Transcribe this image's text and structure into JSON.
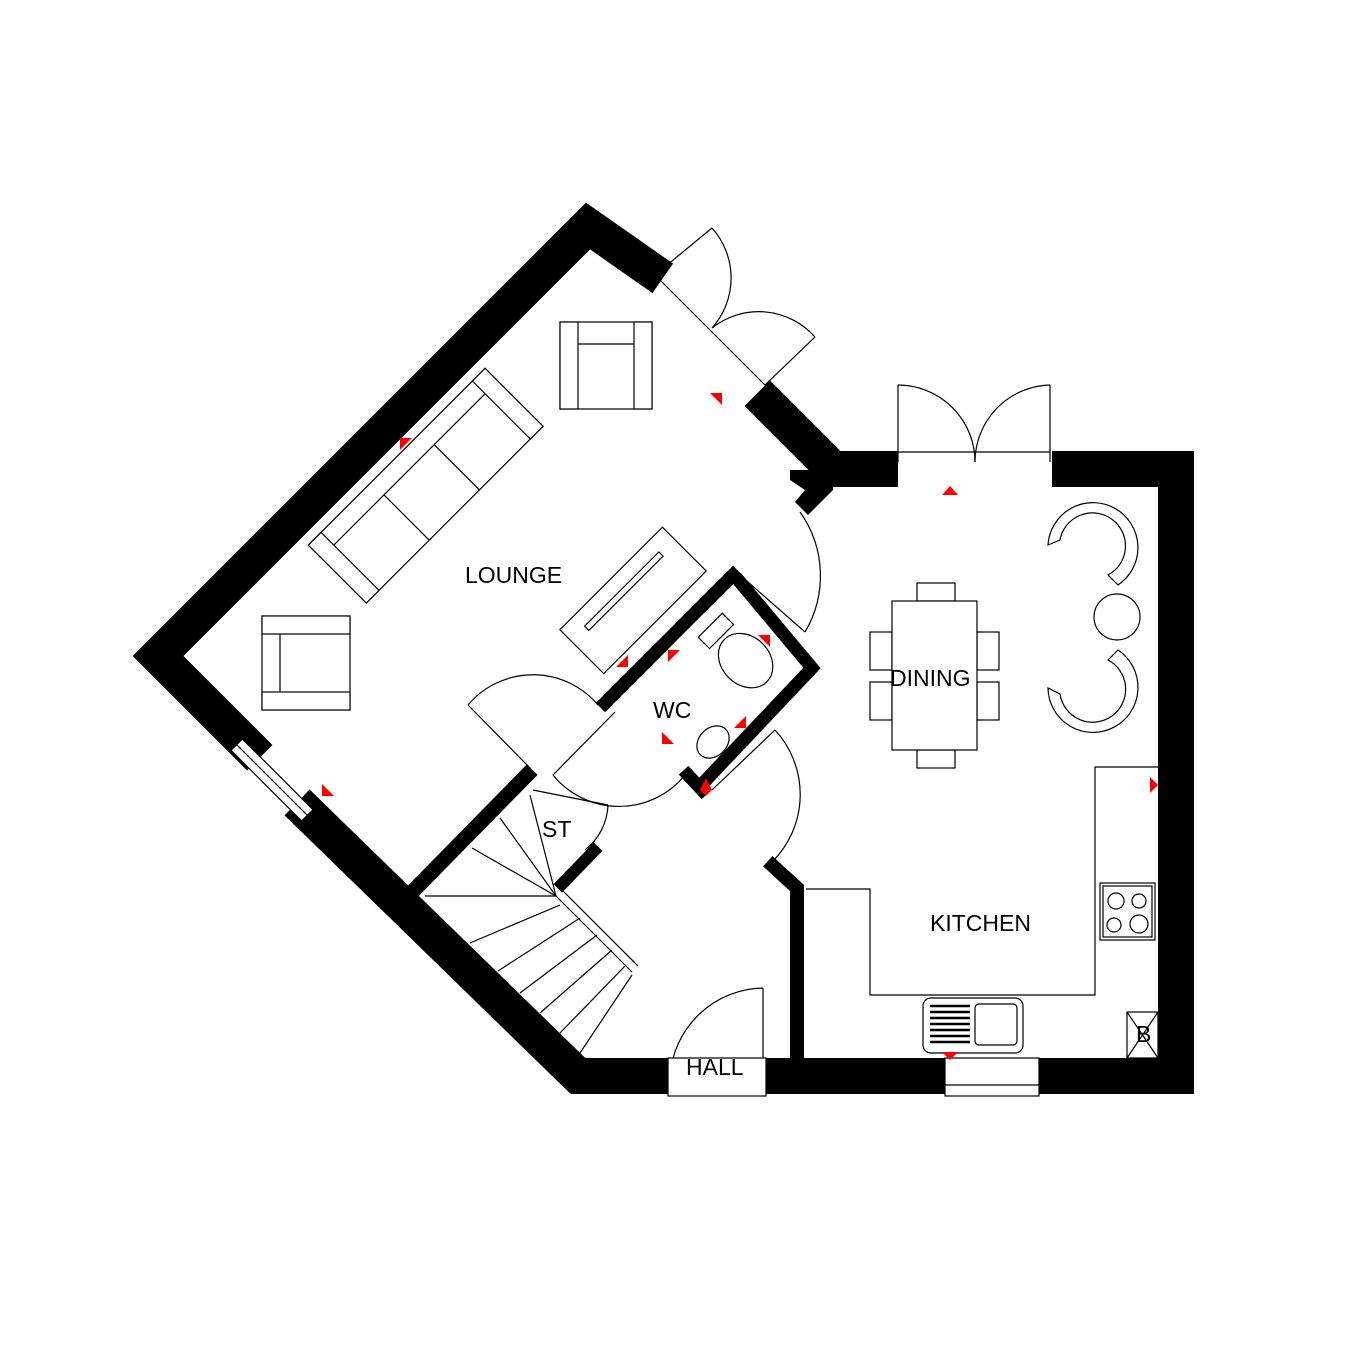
{
  "rooms": {
    "lounge": "LOUNGE",
    "wc": "WC",
    "store": "ST",
    "dining": "DINING",
    "kitchen": "KITCHEN",
    "hall": "HALL"
  },
  "boiler_label": "B",
  "colors": {
    "walls": "#000000",
    "markers": "#ff0000",
    "background": "#ffffff"
  }
}
